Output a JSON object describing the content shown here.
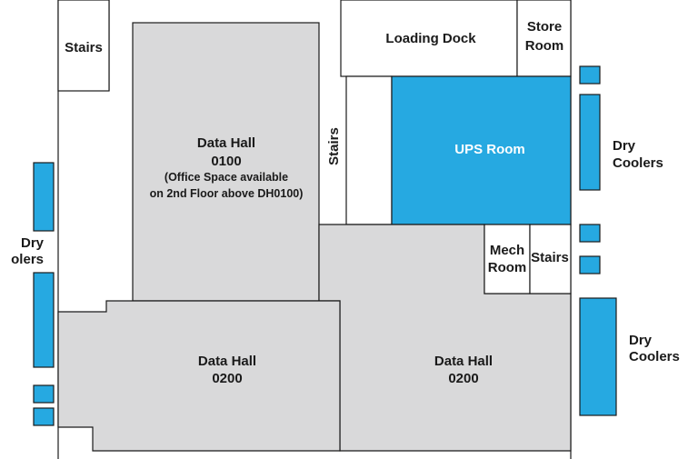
{
  "colors": {
    "data_hall": "#d9d9da",
    "ups_room": "#26a9e1",
    "cooler": "#26a9e1",
    "outline": "#1a1a1a",
    "text_dark": "#1a1a1a",
    "text_light": "#ffffff"
  },
  "labels": {
    "stairs_top_left": "Stairs",
    "data_hall_0100_line1": "Data Hall",
    "data_hall_0100_line2": "0100",
    "data_hall_0100_note1": "(Office Space available",
    "data_hall_0100_note2": "on 2nd Floor above DH0100)",
    "stairs_vertical": "Stairs",
    "loading_dock": "Loading Dock",
    "store_room_line1": "Store",
    "store_room_line2": "Room",
    "ups_room": "UPS Room",
    "mech_room_line1": "Mech",
    "mech_room_line2": "Room",
    "stairs_right": "Stairs",
    "data_hall_0200_left_line1": "Data Hall",
    "data_hall_0200_left_line2": "0200",
    "data_hall_0200_right_line1": "Data Hall",
    "data_hall_0200_right_line2": "0200",
    "dry_coolers_left_line1": "Dry",
    "dry_coolers_left_line2": "olers",
    "dry_coolers_right_top_line1": "Dry",
    "dry_coolers_right_top_line2": "Coolers",
    "dry_coolers_right_bottom_line1": "Dry",
    "dry_coolers_right_bottom_line2": "Coolers"
  }
}
